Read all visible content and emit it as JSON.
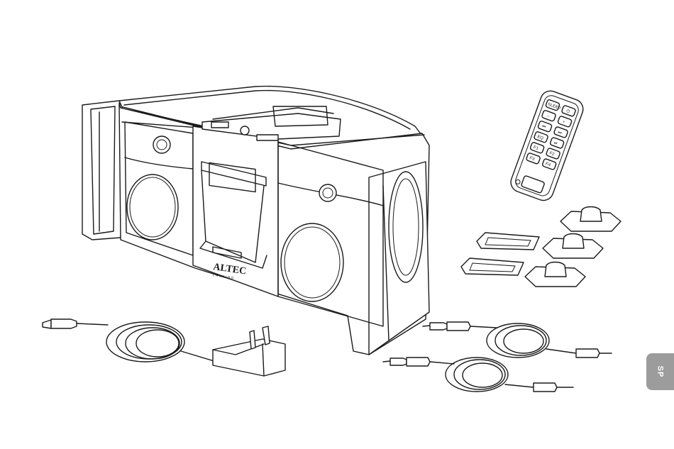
{
  "speaker": {
    "brand": "ALTEC",
    "brand_sub": "LANSING"
  },
  "remote": {
    "keys": [
      "SLEEP",
      "⏻",
      "–",
      "+",
      "⏮",
      "⏭",
      "EQ",
      "⏯",
      "F1",
      "F2",
      "F3",
      "F4"
    ]
  },
  "language_tab": {
    "label": "SP",
    "color": "#9c9c9c"
  }
}
